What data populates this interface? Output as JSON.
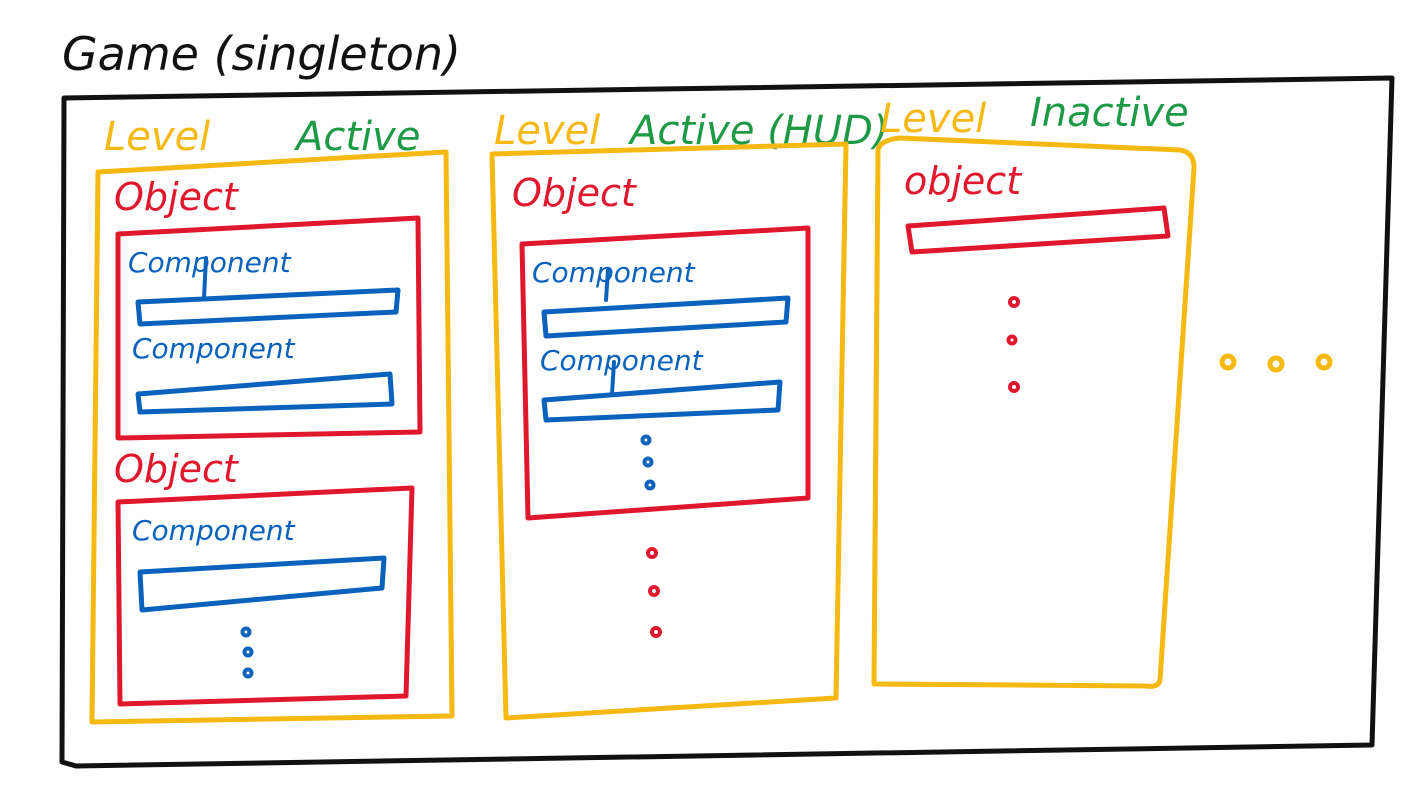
{
  "colors": {
    "game": "#111111",
    "level": "#f6b813",
    "state": "#1e9a47",
    "object": "#e0182d",
    "component": "#0a62bd"
  },
  "game": {
    "title": "Game (singleton)"
  },
  "levels": [
    {
      "label": "Level",
      "state": "Active",
      "objects": [
        {
          "label": "Object",
          "components": [
            "Component",
            "Component"
          ]
        },
        {
          "label": "Object",
          "components": [
            "Component"
          ]
        }
      ]
    },
    {
      "label": "Level",
      "state": "Active (HUD)",
      "objects": [
        {
          "label": "Object",
          "components": [
            "Component",
            "Component"
          ]
        }
      ]
    },
    {
      "label": "Level",
      "state": "Inactive",
      "objects": [
        {
          "label": "object",
          "components": []
        }
      ]
    }
  ]
}
